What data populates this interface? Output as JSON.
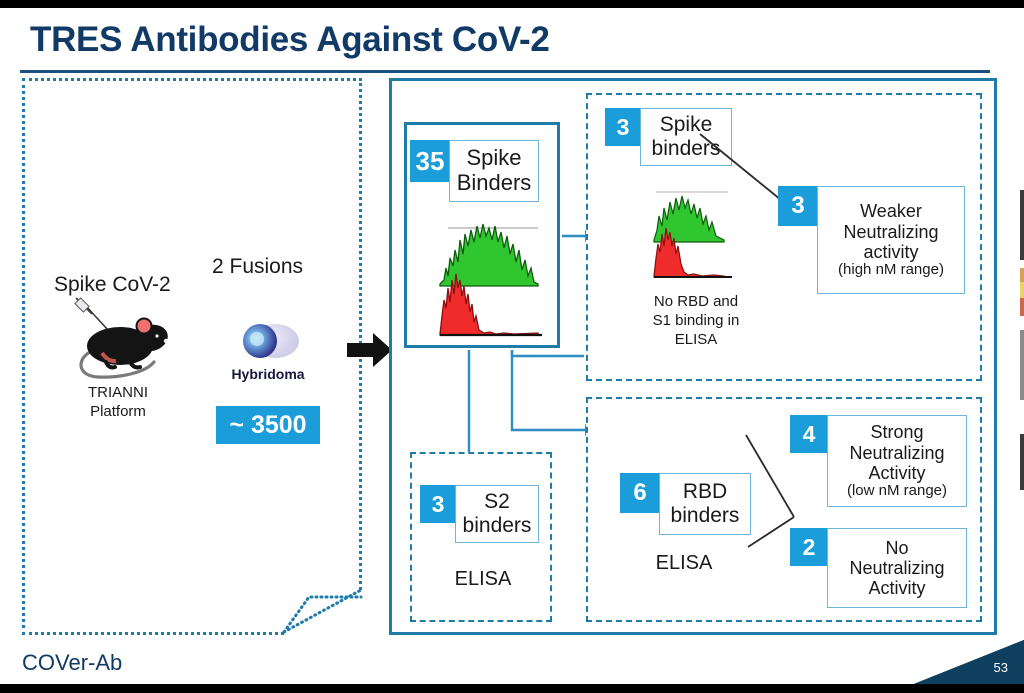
{
  "slide": {
    "title": "TRES Antibodies Against CoV-2",
    "footer_brand": "COVer-Ab",
    "slide_number": "53",
    "accent_blue": "#1B9DD9",
    "border_blue": "#1F7CA8",
    "title_navy": "#123A66",
    "corner_navy": "#0E3F5E"
  },
  "left_panel": {
    "immunogen_label": "Spike CoV-2",
    "platform_line1": "TRIANNI",
    "platform_line2": "Platform",
    "fusions_label": "2 Fusions",
    "hybridoma_label": "Hybridoma",
    "hybridoma_count": "~ 3500",
    "mouse_icon": "mouse-icon",
    "syringe_icon": "syringe-icon",
    "hybridoma_icon": "hybridoma-cell-icon",
    "process_arrow_icon": "right-block-arrow-icon"
  },
  "spike_binders": {
    "count": "35",
    "label_line1": "Spike",
    "label_line2": "Binders",
    "histogram_icon": "flow-cytometry-histogram-icon",
    "histogram_colors": {
      "positive": "#1FBF1F",
      "negative": "#E02020"
    }
  },
  "branch_spike": {
    "count": "3",
    "label_line1": "Spike",
    "label_line2": "binders",
    "assay_note": "No RBD and S1 binding in ELISA",
    "histogram_icon": "flow-cytometry-histogram-icon",
    "outcome": {
      "count": "3",
      "line1": "Weaker",
      "line2": "Neutralizing",
      "line3": "activity",
      "line4": "(high nM range)"
    }
  },
  "branch_s2": {
    "count": "3",
    "label_line1": "S2",
    "label_line2": "binders",
    "assay": "ELISA"
  },
  "branch_rbd": {
    "count": "6",
    "label_line1": "RBD",
    "label_line2": "binders",
    "assay": "ELISA",
    "outcomes": [
      {
        "count": "4",
        "line1": "Strong",
        "line2": "Neutralizing",
        "line3": "Activity",
        "line4": "(low nM range)"
      },
      {
        "count": "2",
        "line1": "No",
        "line2": "Neutralizing",
        "line3": "Activity",
        "line4": ""
      }
    ]
  }
}
